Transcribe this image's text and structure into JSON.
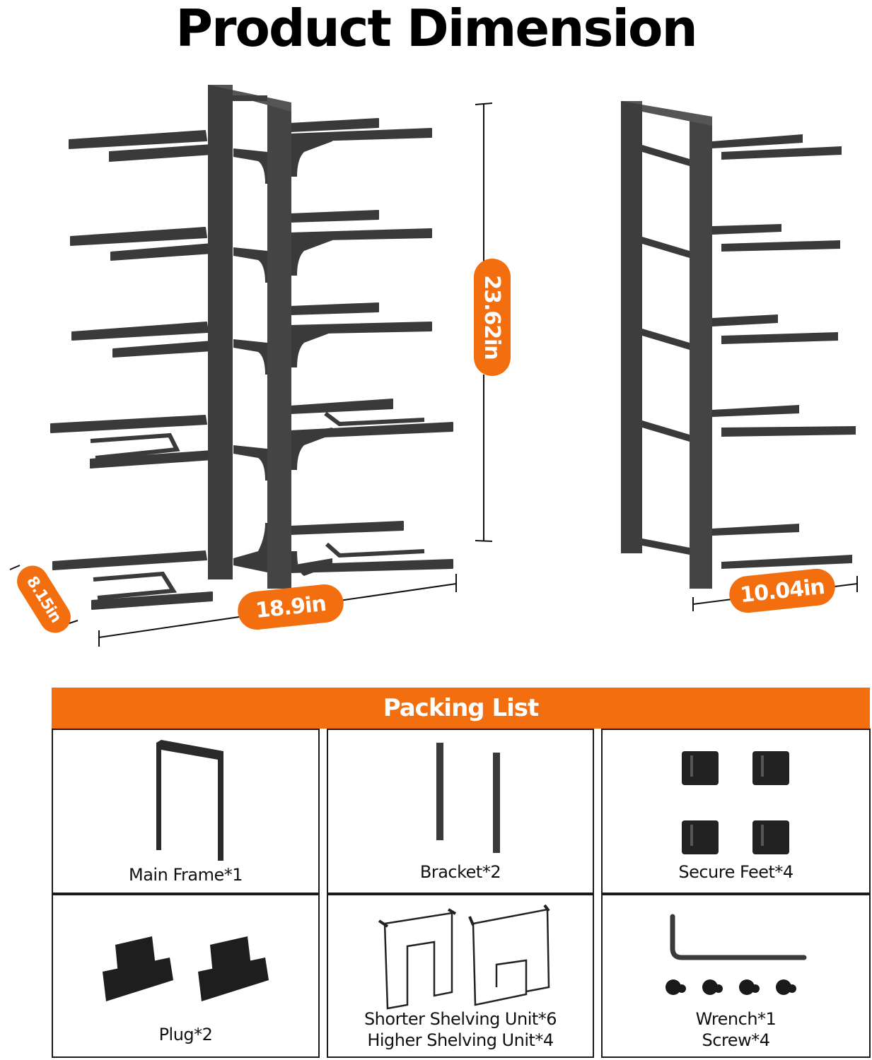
{
  "title": "Product Dimension",
  "dimensions": {
    "width": "18.9in",
    "depth": "8.15in",
    "height": "23.62in",
    "side_width": "10.04in"
  },
  "colors": {
    "accent": "#f26e0f",
    "metal": "#3a3a3a",
    "border": "#1a1a1a"
  },
  "packing_list": {
    "header": "Packing List",
    "items": [
      {
        "label": "Main Frame*1"
      },
      {
        "label": "Bracket*2"
      },
      {
        "label": "Secure Feet*4"
      },
      {
        "label": "Plug*2"
      },
      {
        "label_line1": "Shorter Shelving Unit*6",
        "label_line2": "Higher Shelving Unit*4"
      },
      {
        "label_line1": "Wrench*1",
        "label_line2": "Screw*4"
      }
    ]
  }
}
